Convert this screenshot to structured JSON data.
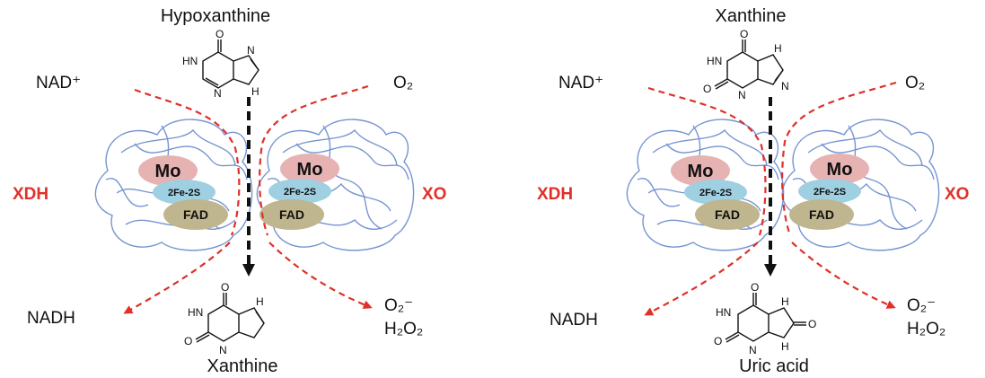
{
  "colors": {
    "red": "#e0302a",
    "protein": "#6f8fd0",
    "mo": "#e6b2b2",
    "fes": "#9ed0e2",
    "fad": "#bfb58f",
    "black": "#111111"
  },
  "panels": [
    {
      "substrate": "Hypoxanthine",
      "product": "Xanthine",
      "oxidant_left": "NAD⁺",
      "oxidant_right": "O₂",
      "out_left": "NADH",
      "out_right_1": "O₂⁻",
      "out_right_2": "H₂O₂",
      "enzyme_left": "XDH",
      "enzyme_right": "XO",
      "mo": "Mo",
      "fes": "2Fe-2S",
      "fad": "FAD",
      "substrate_atoms": {
        "o": "O",
        "hn": "HN",
        "h": "H",
        "n": "N"
      },
      "product_atoms": {
        "o": "O",
        "hn": "HN",
        "h": "H",
        "n": "N"
      }
    },
    {
      "substrate": "Xanthine",
      "product": "Uric acid",
      "oxidant_left": "NAD⁺",
      "oxidant_right": "O₂",
      "out_left": "NADH",
      "out_right_1": "O₂⁻",
      "out_right_2": "H₂O₂",
      "enzyme_left": "XDH",
      "enzyme_right": "XO",
      "mo": "Mo",
      "fes": "2Fe-2S",
      "fad": "FAD",
      "substrate_atoms": {
        "o": "O",
        "hn": "HN",
        "h": "H",
        "n": "N"
      },
      "product_atoms": {
        "o": "O",
        "hn": "HN",
        "h": "H",
        "n": "N"
      }
    }
  ]
}
